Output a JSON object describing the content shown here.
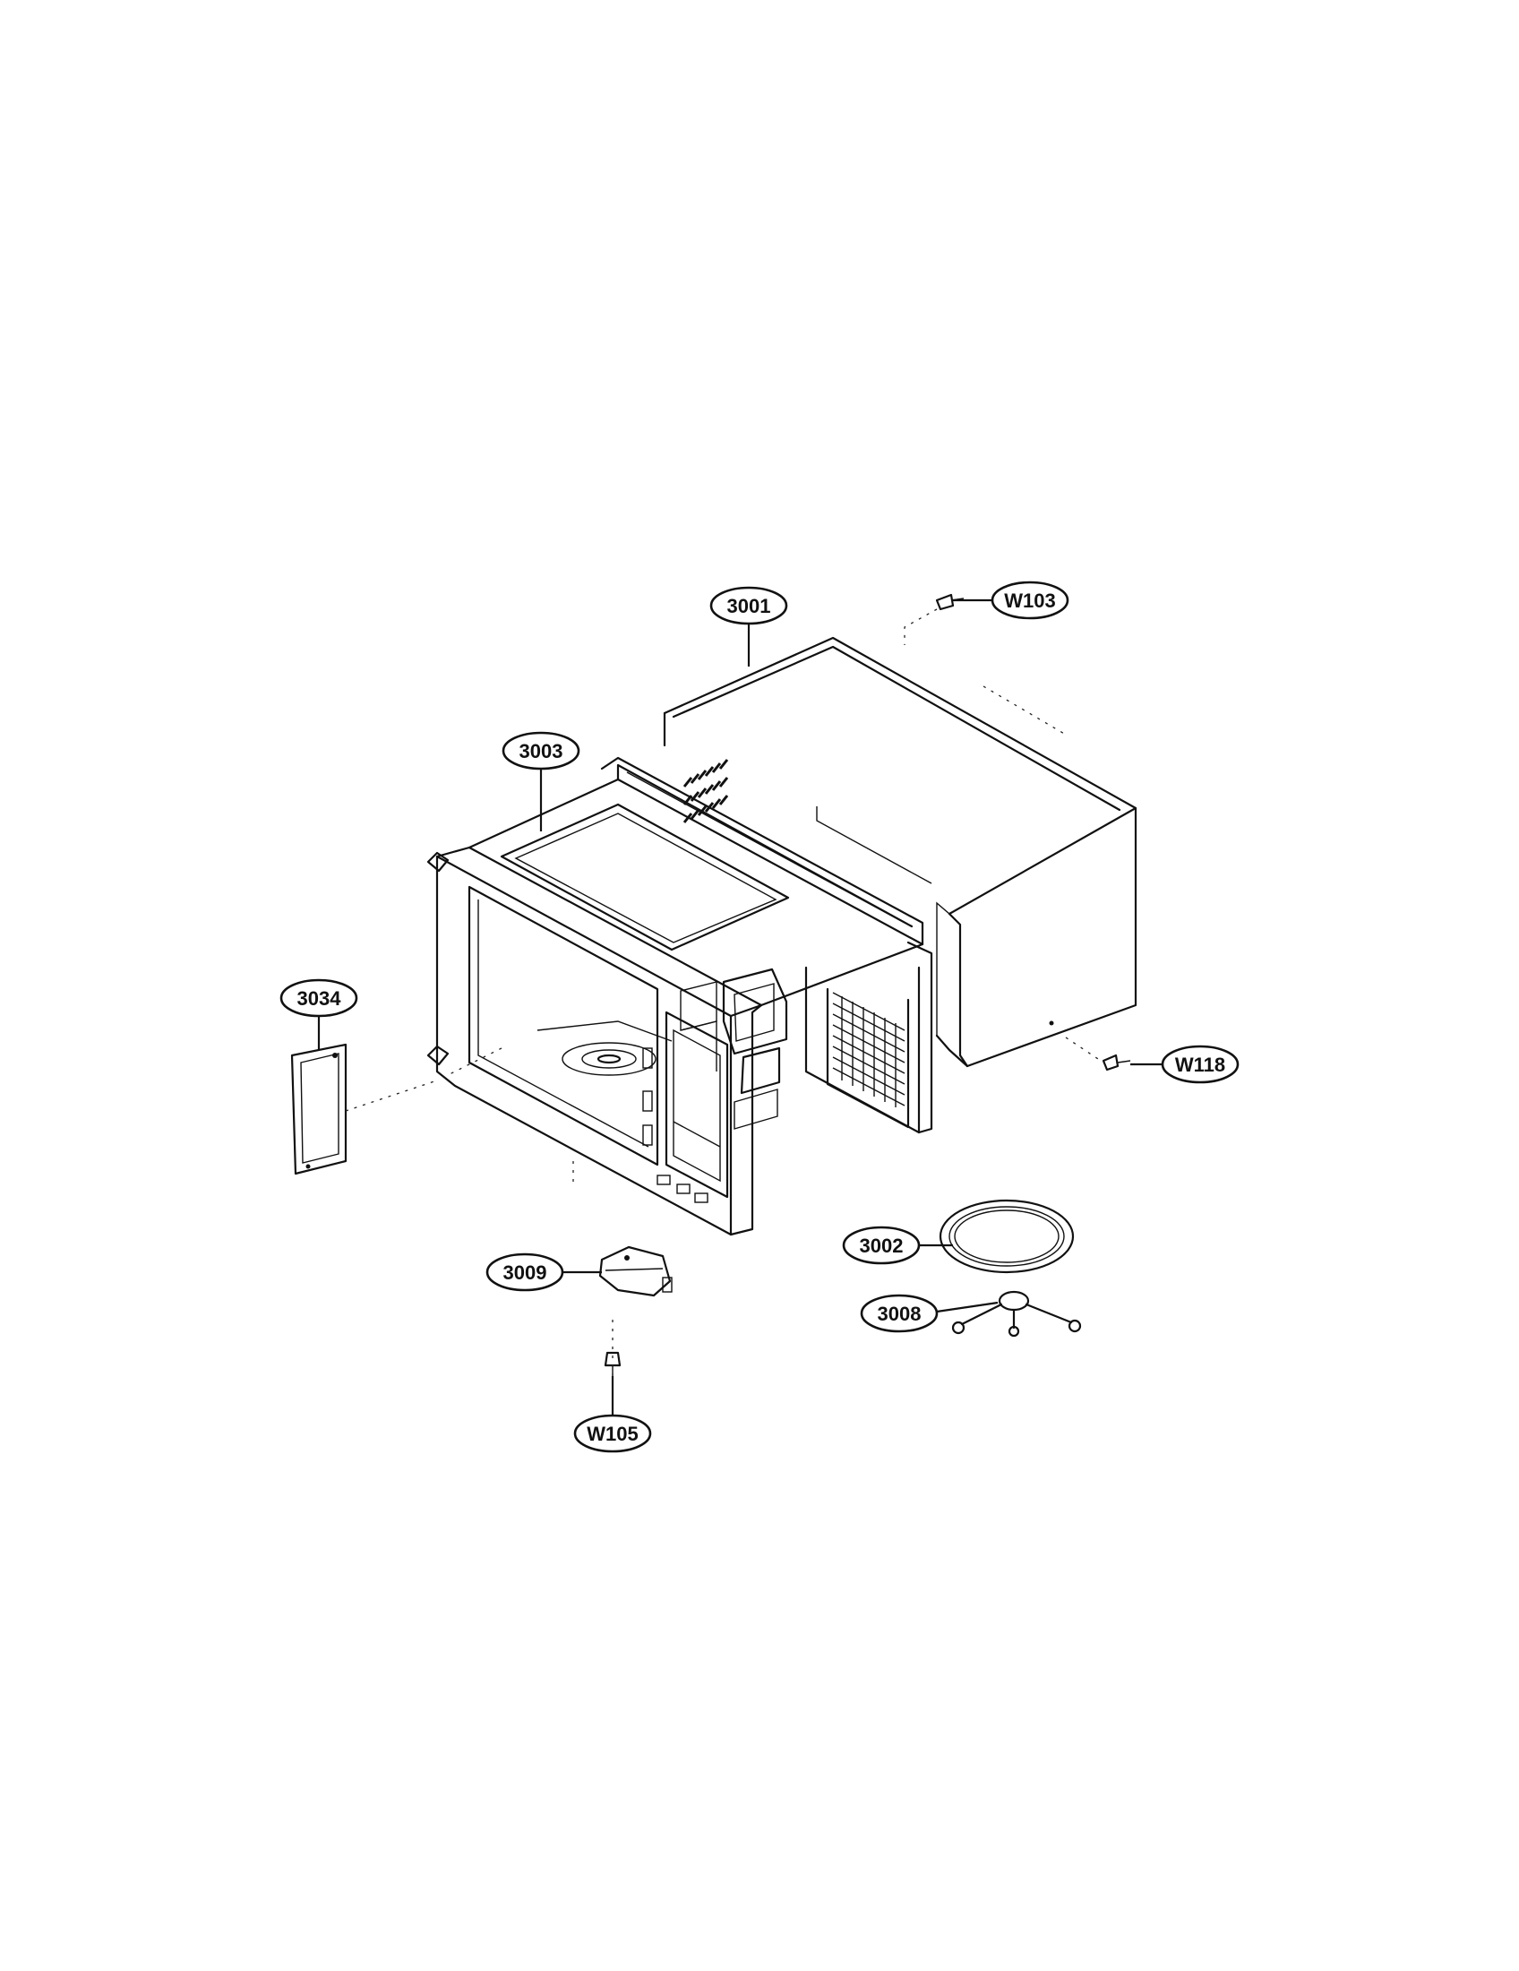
{
  "callouts": [
    {
      "id": "3001",
      "label": "3001"
    },
    {
      "id": "W103",
      "label": "W103"
    },
    {
      "id": "3003",
      "label": "3003"
    },
    {
      "id": "3034",
      "label": "3034"
    },
    {
      "id": "W118",
      "label": "W118"
    },
    {
      "id": "3002",
      "label": "3002"
    },
    {
      "id": "3008",
      "label": "3008"
    },
    {
      "id": "3009",
      "label": "3009"
    },
    {
      "id": "W105",
      "label": "W105"
    }
  ]
}
